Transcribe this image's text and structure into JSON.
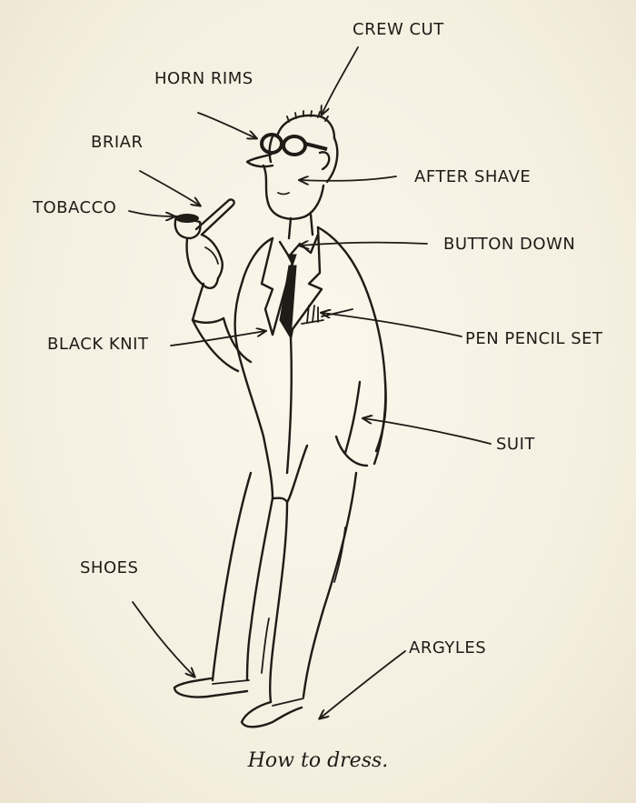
{
  "labels": {
    "crew_cut": "CREW CUT",
    "horn_rims": "HORN RIMS",
    "briar": "BRIAR",
    "tobacco": "TOBACCO",
    "after_shave": "AFTER SHAVE",
    "button_down": "BUTTON DOWN",
    "black_knit": "BLACK KNIT",
    "pen_pencil_set": "PEN PENCIL SET",
    "suit": "SUIT",
    "shoes": "SHOES",
    "argyles": "ARGYLES"
  },
  "caption": "How to dress.",
  "colors": {
    "ink": "#1f1b16",
    "paper": "#f6f1e4"
  }
}
